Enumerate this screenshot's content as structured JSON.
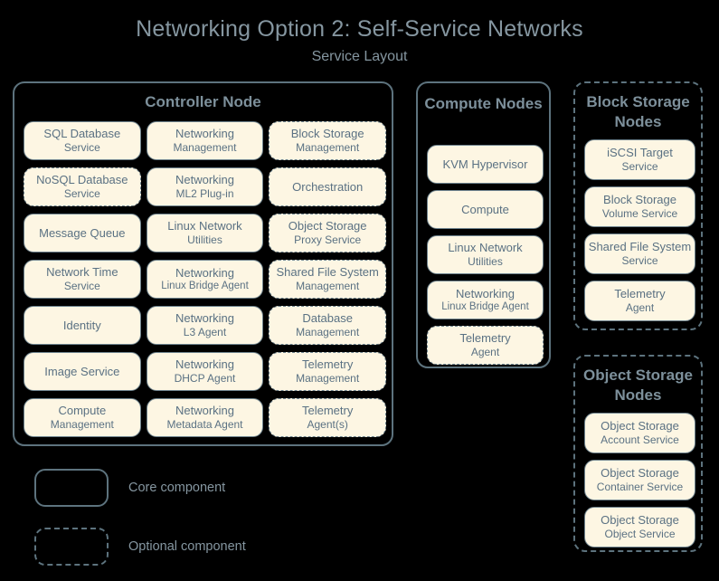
{
  "header": {
    "title": "Networking Option 2: Self-Service Networks",
    "subtitle": "Service Layout"
  },
  "colors": {
    "background": "#000000",
    "box_fill": "#fdf6e3",
    "box_border": "#6e838e",
    "container_border": "#5d737e",
    "text": "#5a7183",
    "title_text": "#8596a0"
  },
  "nodes": [
    {
      "id": "controller",
      "title": "Controller Node",
      "optional": false,
      "columns": 3,
      "services": [
        {
          "line1": "SQL Database",
          "line2": "Service",
          "optional": false
        },
        {
          "line1": "Networking",
          "line2": "Management",
          "optional": false
        },
        {
          "line1": "Block Storage",
          "line2": "Management",
          "optional": true
        },
        {
          "line1": "NoSQL Database",
          "line2": "Service",
          "optional": true
        },
        {
          "line1": "Networking",
          "line2": "ML2 Plug-in",
          "optional": false
        },
        {
          "line1": "Orchestration",
          "line2": "",
          "optional": true
        },
        {
          "line1": "Message Queue",
          "line2": "",
          "optional": false
        },
        {
          "line1": "Linux Network",
          "line2": "Utilities",
          "optional": false
        },
        {
          "line1": "Object Storage",
          "line2": "Proxy Service",
          "optional": true
        },
        {
          "line1": "Network Time",
          "line2": "Service",
          "optional": false
        },
        {
          "line1": "Networking",
          "line2": "Linux Bridge Agent",
          "optional": false,
          "small2": true
        },
        {
          "line1": "Shared File System",
          "line2": "Management",
          "optional": true
        },
        {
          "line1": "Identity",
          "line2": "",
          "optional": false
        },
        {
          "line1": "Networking",
          "line2": "L3 Agent",
          "optional": false
        },
        {
          "line1": "Database",
          "line2": "Management",
          "optional": true
        },
        {
          "line1": "Image Service",
          "line2": "",
          "optional": false
        },
        {
          "line1": "Networking",
          "line2": "DHCP Agent",
          "optional": false
        },
        {
          "line1": "Telemetry",
          "line2": "Management",
          "optional": true
        },
        {
          "line1": "Compute",
          "line2": "Management",
          "optional": false
        },
        {
          "line1": "Networking",
          "line2": "Metadata Agent",
          "optional": false
        },
        {
          "line1": "Telemetry",
          "line2": "Agent(s)",
          "optional": true
        }
      ]
    },
    {
      "id": "compute",
      "title": "Compute Nodes",
      "optional": false,
      "columns": 1,
      "services": [
        {
          "line1": "KVM Hypervisor",
          "line2": "",
          "optional": false
        },
        {
          "line1": "Compute",
          "line2": "",
          "optional": false
        },
        {
          "line1": "Linux Network",
          "line2": "Utilities",
          "optional": false
        },
        {
          "line1": "Networking",
          "line2": "Linux Bridge Agent",
          "optional": false,
          "small2": true
        },
        {
          "line1": "Telemetry",
          "line2": "Agent",
          "optional": true
        }
      ]
    },
    {
      "id": "block-storage",
      "title": "Block Storage Nodes",
      "optional": true,
      "columns": 1,
      "services": [
        {
          "line1": "iSCSI Target",
          "line2": "Service",
          "optional": false
        },
        {
          "line1": "Block Storage",
          "line2": "Volume Service",
          "optional": false
        },
        {
          "line1": "Shared File System",
          "line2": "Service",
          "optional": false
        },
        {
          "line1": "Telemetry",
          "line2": "Agent",
          "optional": false
        }
      ]
    },
    {
      "id": "object-storage",
      "title": "Object Storage Nodes",
      "optional": true,
      "columns": 1,
      "services": [
        {
          "line1": "Object Storage",
          "line2": "Account Service",
          "optional": false
        },
        {
          "line1": "Object Storage",
          "line2": "Container Service",
          "optional": false
        },
        {
          "line1": "Object Storage",
          "line2": "Object Service",
          "optional": false
        }
      ]
    }
  ],
  "legend": {
    "core_label": "Core component",
    "optional_label": "Optional component"
  }
}
